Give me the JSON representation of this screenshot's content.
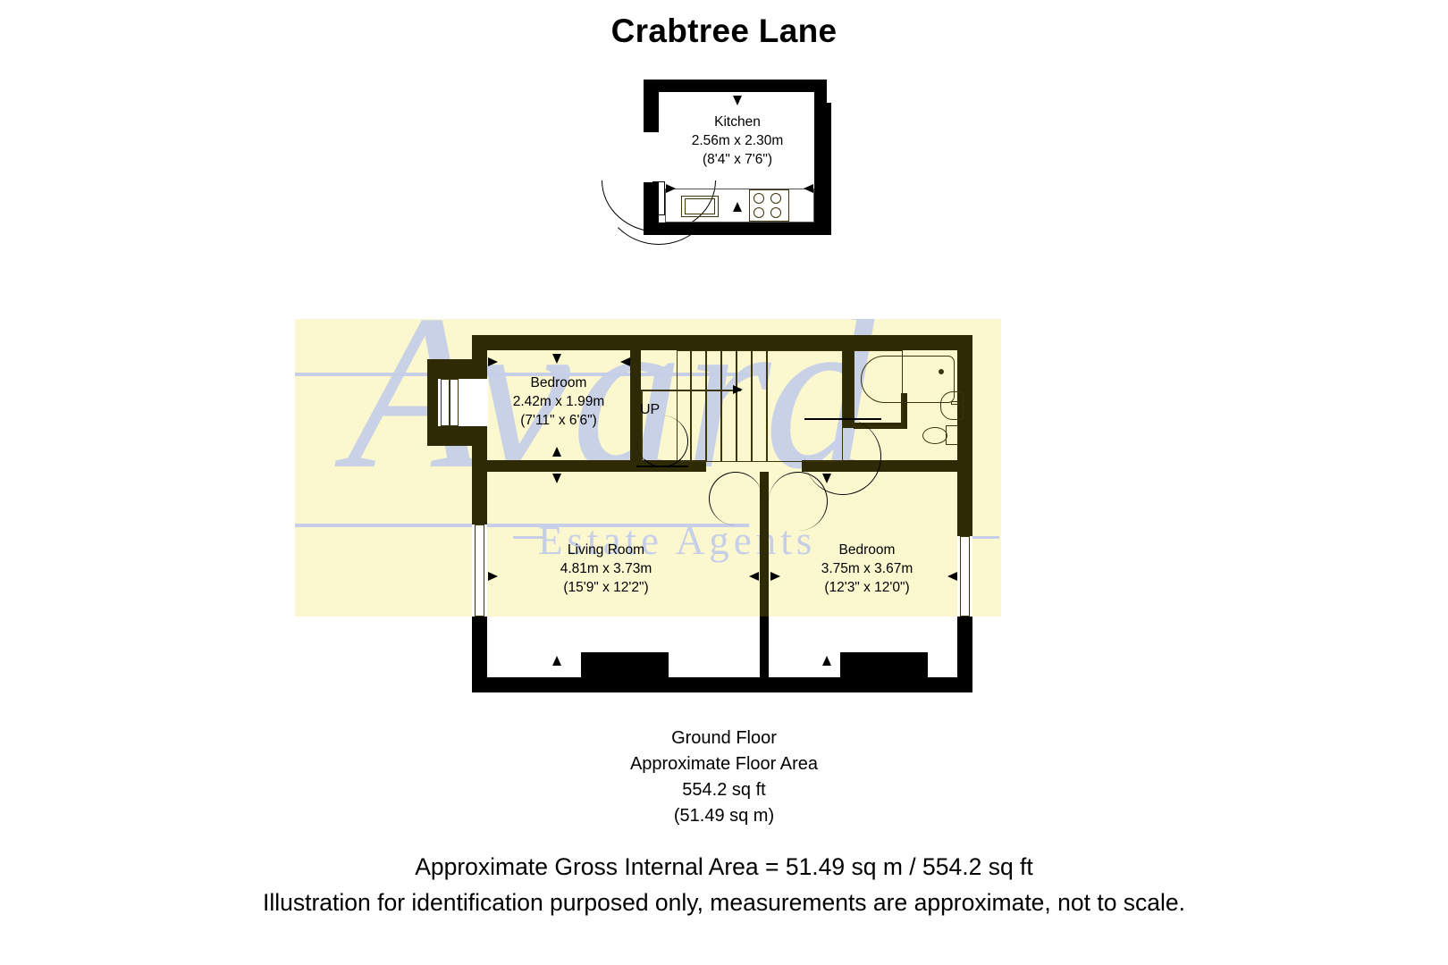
{
  "title": "Crabtree Lane",
  "watermark": {
    "brand": "Avard",
    "tagline": "Estate Agents"
  },
  "upper_plan": {
    "room": {
      "name": "Kitchen",
      "metric": "2.56m x 2.30m",
      "imperial": "(8'4\" x 7'6\")"
    }
  },
  "ground_plan": {
    "rooms": [
      {
        "name": "Bedroom",
        "metric": "2.42m x 1.99m",
        "imperial": "(7'11\" x 6'6\")"
      },
      {
        "name": "Living Room",
        "metric": "4.81m x 3.73m",
        "imperial": "(15'9\" x 12'2\")"
      },
      {
        "name": "Bedroom",
        "metric": "3.75m x 3.67m",
        "imperial": "(12'3\" x 12'0\")"
      }
    ],
    "stairs_label": "UP"
  },
  "floor_summary": {
    "line1": "Ground Floor",
    "line2": "Approximate Floor Area",
    "line3": "554.2 sq ft",
    "line4": "(51.49 sq m)"
  },
  "disclaimer": {
    "line1": "Approximate Gross Internal Area = 51.49 sq m / 554.2 sq ft",
    "line2": "Illustration for identification purposed only, measurements are approximate, not to scale."
  },
  "colors": {
    "wall": "#000000",
    "wall_tinted": "#2f2a06",
    "tint": "#fbf8cf",
    "watermark": "#c7cfe8",
    "text": "#000000"
  }
}
